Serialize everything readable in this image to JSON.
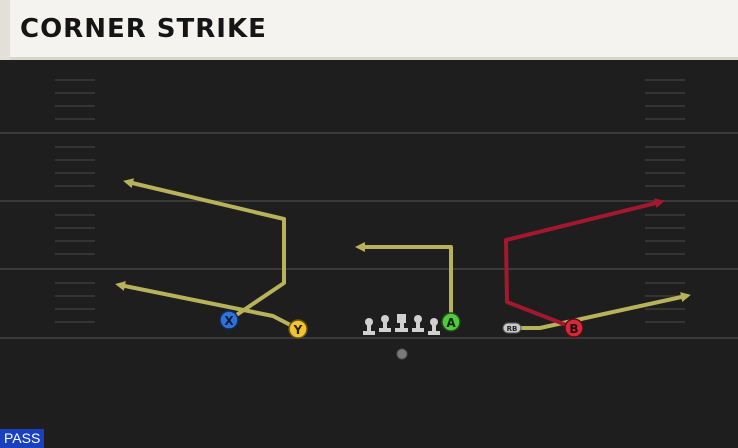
{
  "play": {
    "title": "CORNER STRIKE",
    "mode_label": "PASS"
  },
  "players": {
    "x": {
      "label": "X",
      "color": "#2f73d8"
    },
    "y": {
      "label": "Y",
      "color": "#f0c330"
    },
    "a": {
      "label": "A",
      "color": "#55c742"
    },
    "b": {
      "label": "B",
      "color": "#d22a3a"
    },
    "rb": {
      "label": "RB",
      "color": "#c8c8c8"
    }
  },
  "colors": {
    "route": "#b8b25a",
    "primary_route": "#a3182e",
    "field": "#1e1e1e",
    "yard_line": "#3a3a3a",
    "lineman": "#d0d0d0"
  }
}
